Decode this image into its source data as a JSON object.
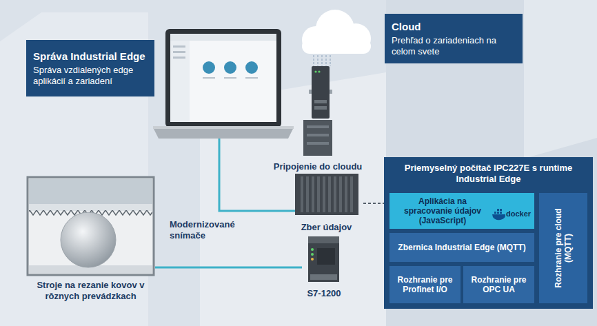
{
  "diagram": {
    "nodes": [
      {
        "text": [
          "Správa Industrial Edge",
          "Správa vzdialených edge aplikácií a zariadení"
        ]
      },
      {
        "text": [
          "Cloud",
          "Prehľad o zariadeniach na celom svete"
        ]
      },
      {
        "text": [
          "Pripojenie do cloudu"
        ]
      },
      {
        "text": [
          "Zber údajov"
        ]
      },
      {
        "text": [
          "Stroje na rezanie kovov v rôznych prevádzkach"
        ]
      },
      {
        "text": [
          "S7-1200"
        ]
      },
      {
        "text": [
          "Priemyselný počítač IPC227E s runtime Industrial Edge"
        ]
      },
      {
        "text": [
          "Aplikácia na spracovanie údajov (JavaScript)"
        ],
        "in": 6
      },
      {
        "text": [
          "Zbernica Industrial Edge (MQTT)"
        ],
        "in": 6
      },
      {
        "text": [
          "Rozhranie pre Profinet I/O"
        ],
        "in": 6
      },
      {
        "text": [
          "Rozhranie pre OPC UA"
        ],
        "in": 6
      },
      {
        "text": [
          "Rozhranie pre cloud (MQTT)"
        ],
        "in": 6
      }
    ],
    "edges": [
      {
        "from": 4,
        "to": 5,
        "arrow": "none"
      },
      {
        "from": 3,
        "to": 6,
        "arrow": "none"
      }
    ],
    "labels": [
      "Modernizované snímače",
      "docker"
    ]
  }
}
